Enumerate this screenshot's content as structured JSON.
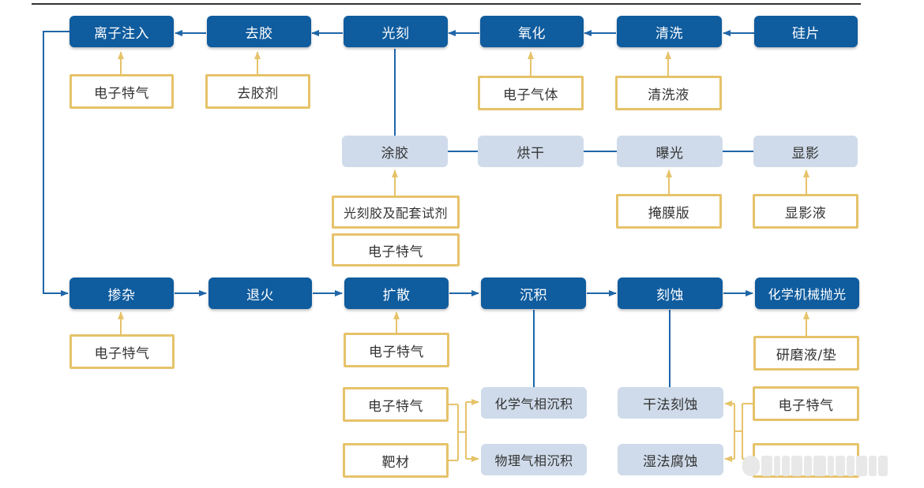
{
  "process": {
    "wafer": "硅片",
    "cleaning": "清洗",
    "oxidation": "氧化",
    "lithography": "光刻",
    "strip": "去胶",
    "ion_implant": "离子注入",
    "doping": "掺杂",
    "anneal": "退火",
    "diffusion": "扩散",
    "deposition": "沉积",
    "etching": "刻蚀",
    "cmp": "化学机械抛光"
  },
  "lithography_steps": {
    "coating": "涂胶",
    "baking": "烘干",
    "exposure": "曝光",
    "development": "显影"
  },
  "sub_processes": {
    "cvd": "化学气相沉积",
    "pvd": "物理气相沉积",
    "dry_etch": "干法刻蚀",
    "wet_etch": "湿法腐蚀"
  },
  "materials": {
    "ion_implant_gas": "电子特气",
    "stripper": "去胶剂",
    "oxidation_gas": "电子气体",
    "cleaning_liquid": "清洗液",
    "photoresist": "光刻胶及配套试剂",
    "litho_gas": "电子特气",
    "mask": "掩膜版",
    "developer": "显影液",
    "doping_gas": "电子特气",
    "diffusion_gas": "电子特气",
    "deposition_gas": "电子特气",
    "target": "靶材",
    "etch_gas": "电子特气",
    "cmp_slurry": "研磨液/垫"
  }
}
